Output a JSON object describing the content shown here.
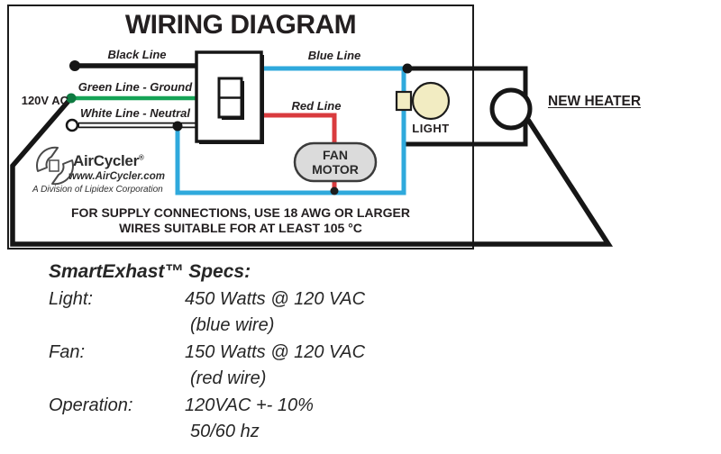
{
  "diagram": {
    "title": "WIRING DIAGRAM",
    "source_label": "120V AC",
    "wire_labels": {
      "black": "Black Line",
      "green": "Green Line - Ground",
      "white": "White Line - Neutral",
      "blue": "Blue Line",
      "red": "Red Line"
    },
    "components": {
      "fan_motor": [
        "FAN",
        "MOTOR"
      ],
      "light": "LIGHT",
      "new_heater": "NEW HEATER"
    },
    "note_line1": "FOR SUPPLY CONNECTIONS, USE 18 AWG OR LARGER",
    "note_line2": "WIRES SUITABLE FOR AT LEAST 105 °C",
    "logo": {
      "name": "AirCycler",
      "mark": "®",
      "url": "www.AirCycler.com",
      "tagline": "A Division of Lipidex Corporation"
    },
    "colors": {
      "blue_wire": "#2FA9DC",
      "green_wire": "#15A356",
      "red_wire": "#D93B3E",
      "black_wire": "#161616",
      "bulb_fill": "#F2ECC2",
      "fan_fill": "#DBDBDB",
      "text": "#231F20"
    }
  },
  "specs": {
    "heading": "SmartExhast™ Specs:",
    "rows": [
      {
        "label": "Light:",
        "value": "450 Watts @ 120 VAC",
        "value2": "(blue wire)"
      },
      {
        "label": "Fan:",
        "value": "150 Watts @ 120 VAC",
        "value2": "(red wire)"
      },
      {
        "label": "Operation:",
        "value": "120VAC +-  10%",
        "value2": "50/60 hz"
      }
    ]
  }
}
